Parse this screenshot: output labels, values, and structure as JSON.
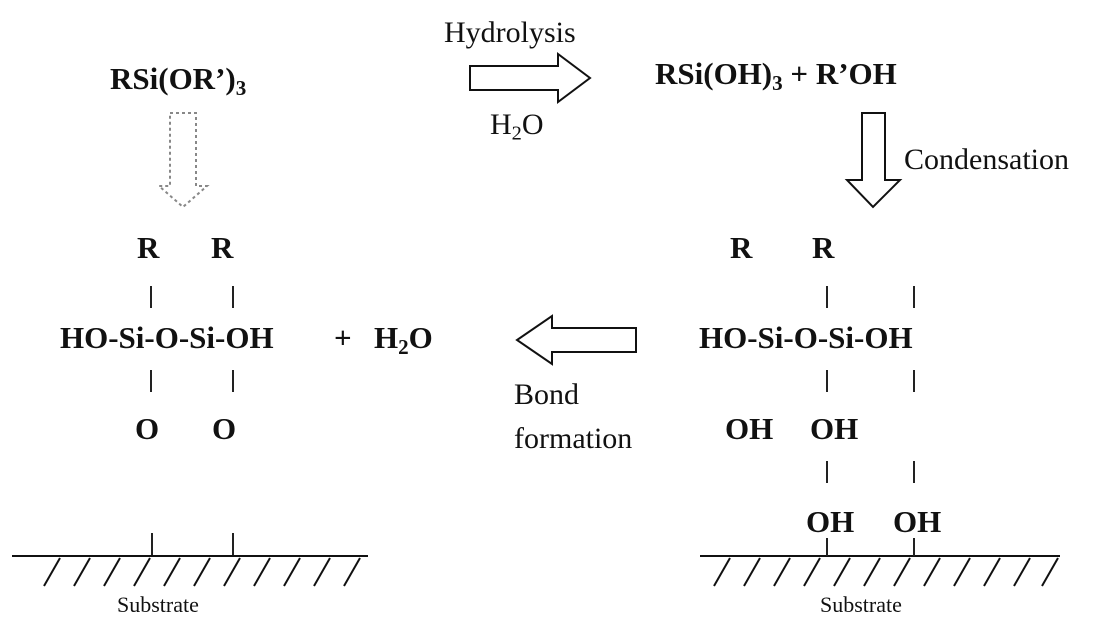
{
  "diagram": {
    "hydrolysis": {
      "label": "Hydrolysis",
      "water": {
        "base": "H",
        "sub": "2",
        "tail": "O"
      }
    },
    "reactant": {
      "prefix": "RSi(OR’)",
      "sub": "3"
    },
    "product": {
      "prefix": "RSi(OH)",
      "sub": "3",
      "suffix": " + R’OH"
    },
    "condensation": {
      "label": "Condensation"
    },
    "bond_formation": {
      "line1": "Bond",
      "line2": "formation"
    },
    "left_structure": {
      "r1": "R",
      "r2": "R",
      "chain": "HO-Si-O-Si-OH",
      "plus": "+",
      "water": {
        "base": "H",
        "sub": "2",
        "tail": "O"
      },
      "o1": "O",
      "o2": "O"
    },
    "right_structure": {
      "r1": "R",
      "r2": "R",
      "chain": "HO-Si-O-Si-OH",
      "oh_upper_1": "OH",
      "oh_upper_2": "OH",
      "oh_lower_1": "OH",
      "oh_lower_2": "OH"
    },
    "substrate_left": {
      "label": "Substrate"
    },
    "substrate_right": {
      "label": "Substrate"
    }
  }
}
